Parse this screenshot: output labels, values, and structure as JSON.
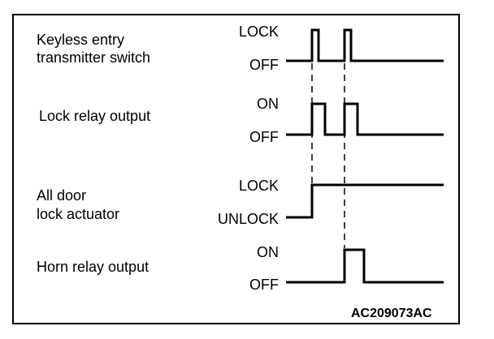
{
  "diagram": {
    "signals": [
      {
        "name_lines": [
          "Keyless entry",
          "transmitter switch"
        ],
        "high_label": "LOCK",
        "low_label": "OFF"
      },
      {
        "name_lines": [
          "Lock relay output"
        ],
        "high_label": "ON",
        "low_label": "OFF"
      },
      {
        "name_lines": [
          "All door",
          "lock actuator"
        ],
        "high_label": "LOCK",
        "low_label": "UNLOCK"
      },
      {
        "name_lines": [
          "Horn relay output"
        ],
        "high_label": "ON",
        "low_label": "OFF"
      }
    ],
    "figure_code": "AC209073AC"
  },
  "colors": {
    "line": "#000000",
    "background": "#ffffff"
  }
}
